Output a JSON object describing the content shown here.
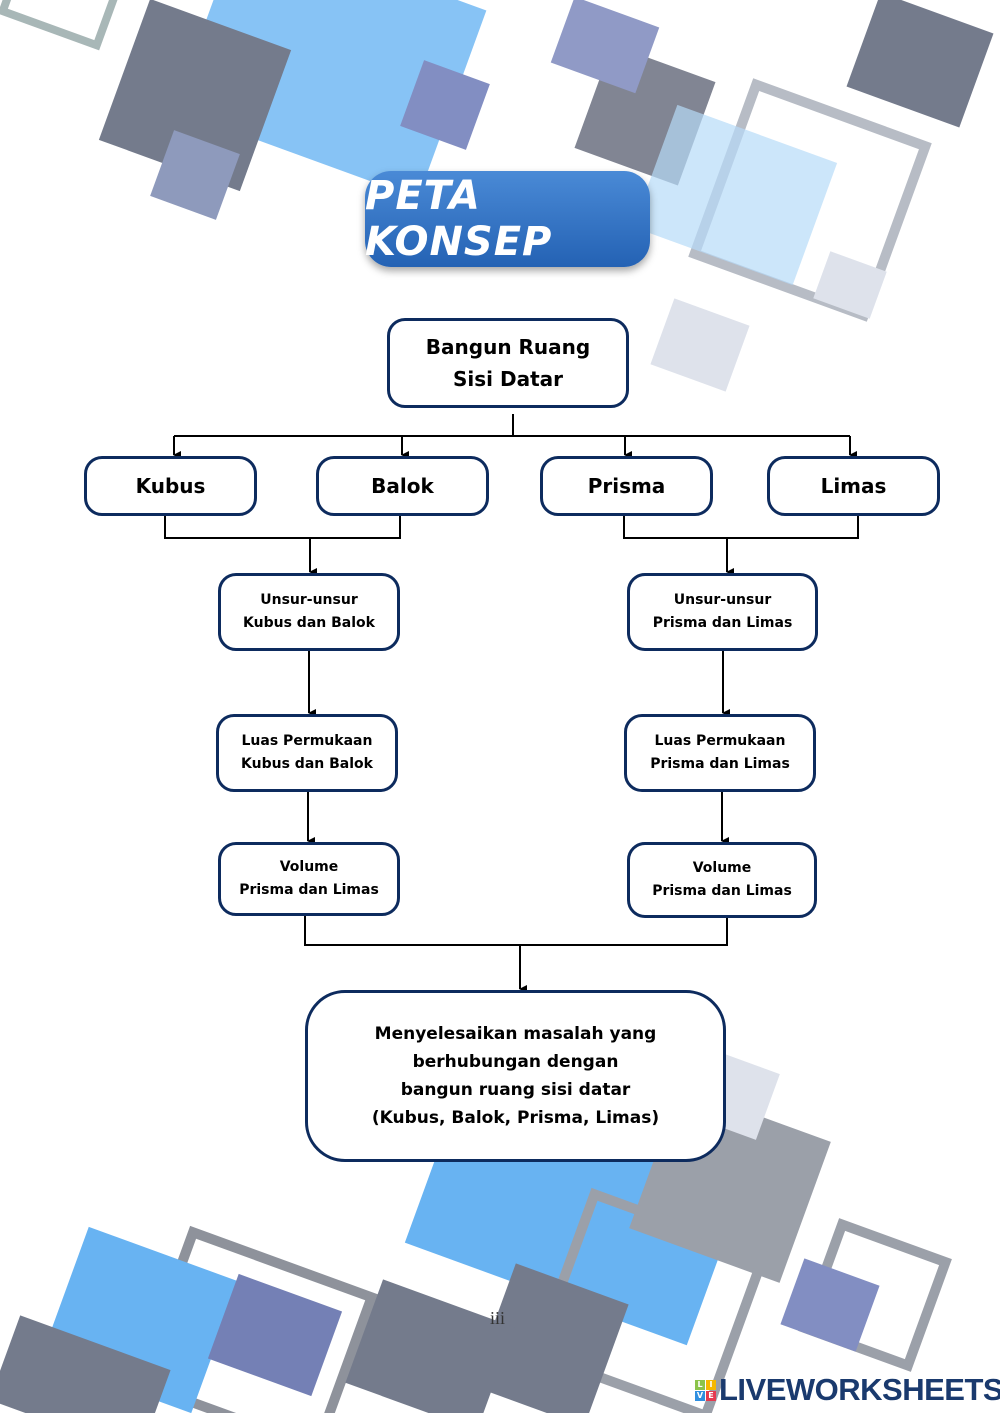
{
  "title": "PETA KONSEP",
  "colors": {
    "title_bg": "#2f6fc0",
    "box_border": "#0d2b5e",
    "decor_blue": "#4da6f0",
    "decor_gray": "#5c6478"
  },
  "nodes": {
    "root": "Bangun Ruang\nSisi Datar",
    "kubus": "Kubus",
    "balok": "Balok",
    "prisma": "Prisma",
    "limas": "Limas",
    "unsur_kb": "Unsur-unsur\nKubus dan Balok",
    "unsur_pl": "Unsur-unsur\nPrisma dan Limas",
    "luas_kb": "Luas Permukaan\nKubus dan Balok",
    "luas_pl": "Luas Permukaan\nPrisma dan Limas",
    "volume_left": "Volume\nPrisma dan Limas",
    "volume_right": "Volume\nPrisma dan Limas",
    "final": "Menyelesaikan masalah yang\nberhubungan dengan\nbangun ruang sisi datar\n(Kubus, Balok, Prisma, Limas)"
  },
  "page_number": "iii",
  "logo": {
    "text": "LIVEWORKSHEETS",
    "tiles": [
      "L",
      "I",
      "V",
      "E"
    ]
  }
}
